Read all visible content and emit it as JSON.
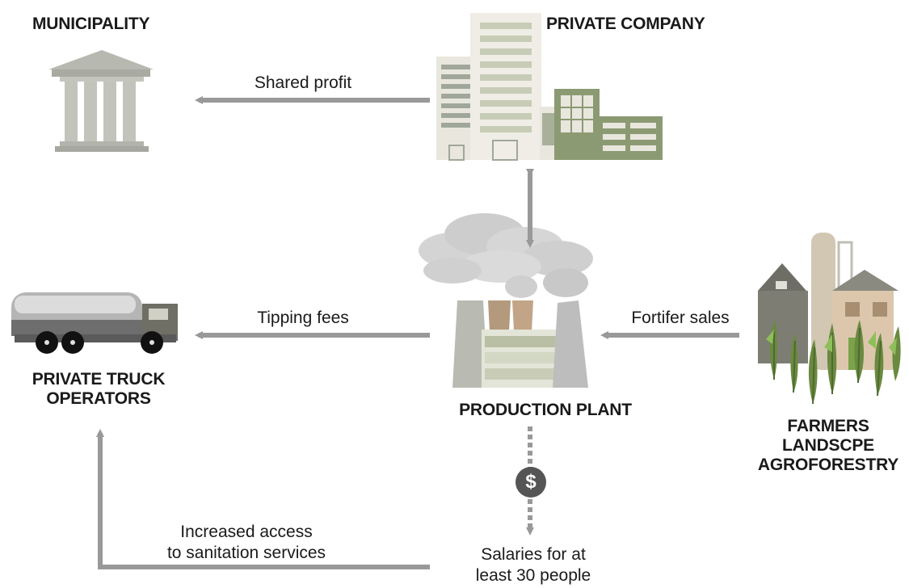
{
  "nodes": {
    "municipality": "MUNICIPALITY",
    "private_company": "PRIVATE COMPANY",
    "truck_operators": [
      "PRIVATE TRUCK",
      "OPERATORS"
    ],
    "production_plant": "PRODUCTION PLANT",
    "farmers": [
      "FARMERS",
      "LANDSCPE",
      "AGROFORESTRY"
    ]
  },
  "flows": {
    "shared_profit": "Shared profit",
    "tipping_fees": "Tipping fees",
    "fertilizer_sales": "Fortifer sales",
    "access": [
      "Increased access",
      "to sanitation services"
    ],
    "salaries": [
      "Salaries for at",
      "least 30 people"
    ]
  },
  "symbols": {
    "currency": "$"
  },
  "icons": [
    "municipality-building-icon",
    "office-buildings-icon",
    "factory-icon",
    "truck-icon",
    "farm-icon",
    "dollar-icon"
  ],
  "colors": {
    "arrow": "#999999",
    "building": "#c9cbc3",
    "office_light": "#e8e6dd",
    "office_green": "#8c9a73",
    "factory_brown": "#b39a7c",
    "plant_green": "#6a8a3f"
  }
}
